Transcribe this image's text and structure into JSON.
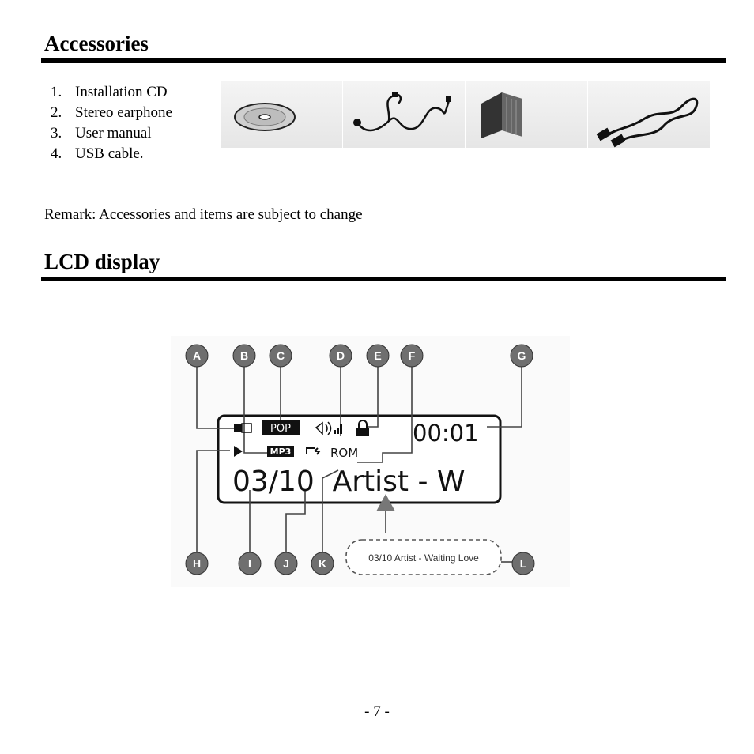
{
  "sections": {
    "accessories_title": "Accessories",
    "lcd_title": "LCD display"
  },
  "accessories": [
    {
      "num": "1.",
      "label": "Installation CD",
      "icon": "cd-icon"
    },
    {
      "num": "2.",
      "label": "Stereo earphone",
      "icon": "earphone-icon"
    },
    {
      "num": "3.",
      "label": "User manual",
      "icon": "manual-icon"
    },
    {
      "num": "4.",
      "label": "USB cable.",
      "icon": "usb-cable-icon"
    }
  ],
  "remark": "Remark: Accessories and items are subject to change",
  "lcd": {
    "eq": "POP",
    "format": "MP3",
    "repeat_mode": "ROM",
    "time": "00:01",
    "track_line": "03/10  Artist - W",
    "scroll_text": "03/10 Artist - Waiting Love",
    "callouts": [
      "A",
      "B",
      "C",
      "D",
      "E",
      "F",
      "G",
      "H",
      "I",
      "J",
      "K",
      "L"
    ]
  },
  "page_number": "- 7 -"
}
